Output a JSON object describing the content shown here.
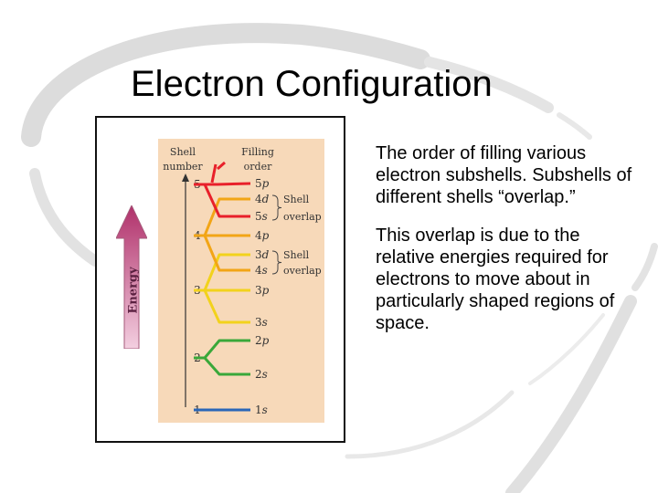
{
  "slide": {
    "title": "Electron Configuration",
    "bullets": [
      "The order of filling various electron subshells. Subshells of different shells “overlap.”",
      "This overlap is due to the relative energies required for electrons to move about in particularly shaped regions of space."
    ]
  },
  "figure": {
    "axis_label": "Energy",
    "shell_header": [
      "Shell",
      "number"
    ],
    "filling_header": [
      "Filling",
      "order"
    ],
    "shells": [
      {
        "n": "5",
        "color": "#e8202a"
      },
      {
        "n": "4",
        "color": "#f2a516"
      },
      {
        "n": "3",
        "color": "#f2d21c"
      },
      {
        "n": "2",
        "color": "#3aa83a"
      },
      {
        "n": "1",
        "color": "#2966b8"
      }
    ],
    "subshells": [
      {
        "num": "5",
        "letter": "p",
        "color": "#e8202a"
      },
      {
        "num": "4",
        "letter": "d",
        "color": "#f2a516"
      },
      {
        "num": "5",
        "letter": "s",
        "color": "#e8202a"
      },
      {
        "num": "4",
        "letter": "p",
        "color": "#f2a516"
      },
      {
        "num": "3",
        "letter": "d",
        "color": "#f2d21c"
      },
      {
        "num": "4",
        "letter": "s",
        "color": "#f2a516"
      },
      {
        "num": "3",
        "letter": "p",
        "color": "#f2d21c"
      },
      {
        "num": "3",
        "letter": "s",
        "color": "#f2d21c"
      },
      {
        "num": "2",
        "letter": "p",
        "color": "#3aa83a"
      },
      {
        "num": "2",
        "letter": "s",
        "color": "#3aa83a"
      },
      {
        "num": "1",
        "letter": "s",
        "color": "#2966b8"
      }
    ],
    "overlap_annotations": [
      {
        "line1": "Shell",
        "line2": "overlap"
      },
      {
        "line1": "Shell",
        "line2": "overlap"
      }
    ]
  },
  "colors": {
    "energy_arrow_top": "#b0306a",
    "energy_arrow_bottom": "#f3cfe0",
    "panel_background": "#f7d9b9",
    "swirl": "#d9d9d9"
  }
}
